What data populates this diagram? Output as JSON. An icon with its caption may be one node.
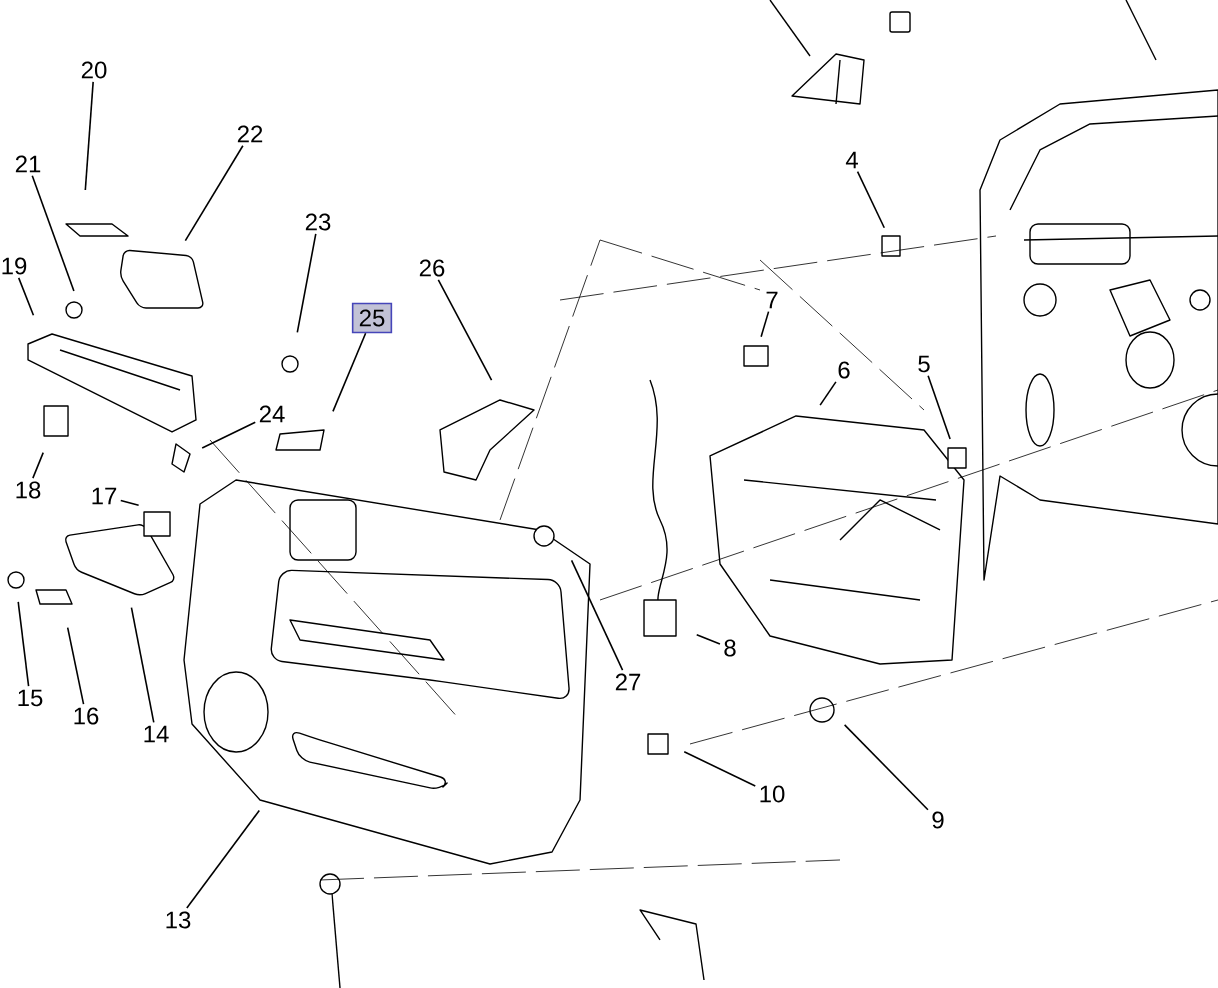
{
  "diagram": {
    "nodes": [
      {
        "text": [
          "20"
        ]
      },
      {
        "text": [
          "22"
        ]
      },
      {
        "text": [
          "21"
        ]
      },
      {
        "text": [
          "23"
        ]
      },
      {
        "text": [
          "19"
        ]
      },
      {
        "text": [
          "26"
        ]
      },
      {
        "text": [
          "25"
        ]
      },
      {
        "text": [
          "7"
        ]
      },
      {
        "text": [
          "4"
        ]
      },
      {
        "text": [
          "6"
        ]
      },
      {
        "text": [
          "5"
        ]
      },
      {
        "text": [
          "24"
        ]
      },
      {
        "text": [
          "18"
        ]
      },
      {
        "text": [
          "17"
        ]
      },
      {
        "text": [
          "15"
        ]
      },
      {
        "text": [
          "16"
        ]
      },
      {
        "text": [
          "14"
        ]
      },
      {
        "text": [
          "27"
        ]
      },
      {
        "text": [
          "8"
        ]
      },
      {
        "text": [
          "13"
        ]
      },
      {
        "text": [
          "10"
        ]
      },
      {
        "text": [
          "9"
        ]
      }
    ],
    "edges": [
      {
        "from": 0,
        "to": null,
        "arrow": "none"
      },
      {
        "from": 1,
        "to": null,
        "arrow": "none"
      },
      {
        "from": 2,
        "to": null,
        "arrow": "none"
      },
      {
        "from": 3,
        "to": null,
        "arrow": "none"
      },
      {
        "from": 4,
        "to": null,
        "arrow": "none"
      },
      {
        "from": 5,
        "to": null,
        "arrow": "none"
      },
      {
        "from": 6,
        "to": null,
        "arrow": "none"
      },
      {
        "from": 7,
        "to": null,
        "arrow": "none"
      },
      {
        "from": 8,
        "to": null,
        "arrow": "none"
      },
      {
        "from": 9,
        "to": null,
        "arrow": "none"
      },
      {
        "from": 10,
        "to": null,
        "arrow": "none"
      },
      {
        "from": 11,
        "to": null,
        "arrow": "none"
      },
      {
        "from": 12,
        "to": null,
        "arrow": "none"
      },
      {
        "from": 13,
        "to": null,
        "arrow": "none"
      },
      {
        "from": 14,
        "to": null,
        "arrow": "none"
      },
      {
        "from": 15,
        "to": null,
        "arrow": "none"
      },
      {
        "from": 16,
        "to": null,
        "arrow": "none"
      },
      {
        "from": 17,
        "to": null,
        "arrow": "none"
      },
      {
        "from": 18,
        "to": null,
        "arrow": "none"
      },
      {
        "from": 19,
        "to": null,
        "arrow": "none"
      },
      {
        "from": 20,
        "to": null,
        "arrow": "none"
      },
      {
        "from": 21,
        "to": null,
        "arrow": "none"
      }
    ]
  }
}
